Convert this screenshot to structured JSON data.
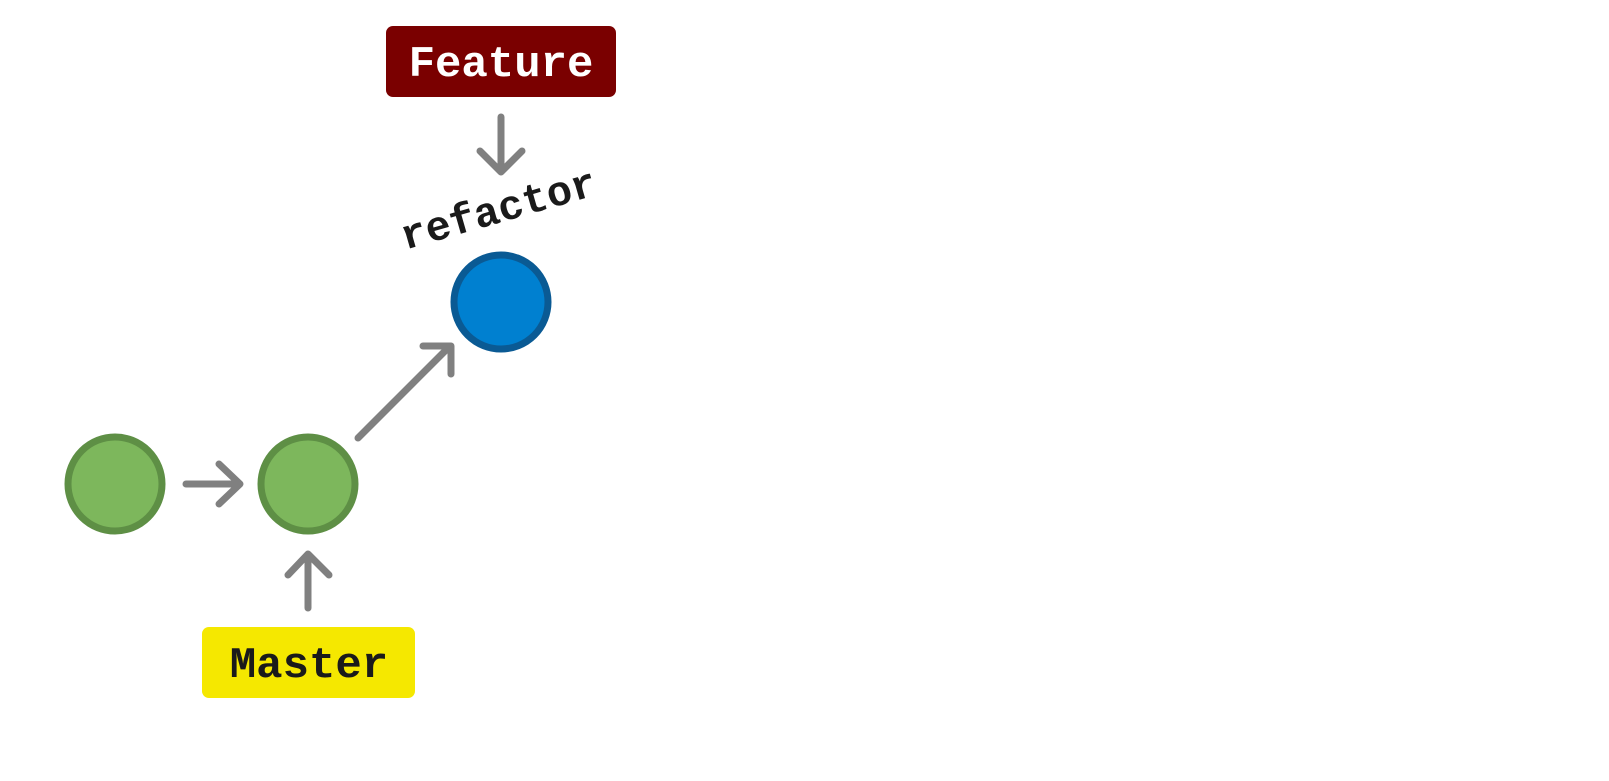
{
  "branches": {
    "feature": {
      "label": "Feature",
      "fill": "#7a0000",
      "text_color": "#ffffff"
    },
    "master": {
      "label": "Master",
      "fill": "#f5e800",
      "text_color": "#1a1a1a"
    }
  },
  "commits": [
    {
      "branch": "master",
      "fill": "#7db75c",
      "stroke": "#5e8f45"
    },
    {
      "branch": "master",
      "fill": "#7db75c",
      "stroke": "#5e8f45"
    },
    {
      "branch": "feature",
      "fill": "#0080d0",
      "stroke": "#0a5a94",
      "message": "refactor"
    }
  ],
  "colors": {
    "arrow": "#808080",
    "commit_message": "#1a1a1a"
  }
}
